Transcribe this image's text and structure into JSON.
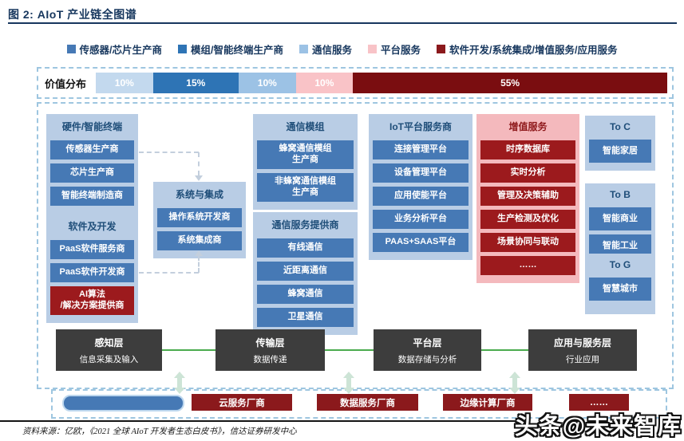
{
  "title": "图 2: AIoT 产业链全图谱",
  "legend": {
    "items": [
      {
        "label": "传感器/芯片生产商",
        "color": "#4679b5"
      },
      {
        "label": "模组/智能终端生产商",
        "color": "#2e74b5"
      },
      {
        "label": "通信服务",
        "color": "#9cc2e5"
      },
      {
        "label": "平台服务",
        "color": "#f8c3c7"
      },
      {
        "label": "软件开发/系统集成/增值服务/应用服务",
        "color": "#8b191c"
      }
    ]
  },
  "value_distribution": {
    "label": "价值分布",
    "segments": [
      {
        "text": "10%",
        "color": "#c3d9ee"
      },
      {
        "text": "15%",
        "color": "#2e74b5"
      },
      {
        "text": "10%",
        "color": "#9cc2e5"
      },
      {
        "text": "10%",
        "color": "#f9c3c7"
      },
      {
        "text": "55%",
        "color": "#7a0d10"
      }
    ]
  },
  "groups": {
    "hardware": {
      "title": "硬件/智能终端",
      "items": [
        "传感器生产商",
        "芯片生产商",
        "智能终端制造商"
      ]
    },
    "software": {
      "title": "软件及开发",
      "items": [
        "PaaS软件服务商",
        "PaaS软件开发商"
      ],
      "ai": {
        "line1": "AI算法",
        "line2": "/解决方案提供商"
      }
    },
    "system_integration": {
      "title": "系统与集成",
      "items": [
        "操作系统开发商",
        "系统集成商"
      ]
    },
    "comm_module": {
      "title": "通信模组",
      "items": [
        {
          "line1": "蜂窝通信模组",
          "line2": "生产商"
        },
        {
          "line1": "非蜂窝通信模组",
          "line2": "生产商"
        }
      ]
    },
    "comm_service": {
      "title": "通信服务提供商",
      "items": [
        "有线通信",
        "近距离通信",
        "蜂窝通信",
        "卫星通信"
      ]
    },
    "iot_platform": {
      "title": "IoT平台服务商",
      "items": [
        "连接管理平台",
        "设备管理平台",
        "应用使能平台",
        "业务分析平台",
        "PAAS+SAAS平台"
      ]
    },
    "value_added": {
      "title": "增值服务",
      "items": [
        "时序数据库",
        "实时分析",
        "管理及决策辅助",
        "生产检测及优化",
        "场景协同与联动",
        "……"
      ]
    },
    "to_c": {
      "title": "To C",
      "items": [
        "智能家居"
      ]
    },
    "to_b": {
      "title": "To B",
      "items": [
        "智能商业",
        "智能工业"
      ]
    },
    "to_g": {
      "title": "To G",
      "items": [
        "智慧城市"
      ]
    }
  },
  "layers": [
    {
      "title": "感知层",
      "subtitle": "信息采集及输入"
    },
    {
      "title": "传输层",
      "subtitle": "数据传递"
    },
    {
      "title": "平台层",
      "subtitle": "数据存储与分析"
    },
    {
      "title": "应用与服务层",
      "subtitle": "行业应用"
    }
  ],
  "bottom_vendors": {
    "items": [
      "云服务厂商",
      "数据服务厂商",
      "边缘计算厂商",
      "……"
    ]
  },
  "footer_source": "资料来源：亿欧，《2021 全球 AIoT 开发者生态白皮书》，信达证券研发中心",
  "watermark": "头条@未来智库",
  "colors": {
    "header_navy": "#1f4e79",
    "group_bg": "#b9cde5",
    "item_blue": "#4679b5",
    "pink_bg": "#f4b9bd",
    "item_dark_red": "#9c1a1d",
    "vendor_red": "#8b191c",
    "layer_gray": "#3d3d3d",
    "green_connector": "#4aab4e",
    "dashed_border": "#9ec6e0"
  }
}
